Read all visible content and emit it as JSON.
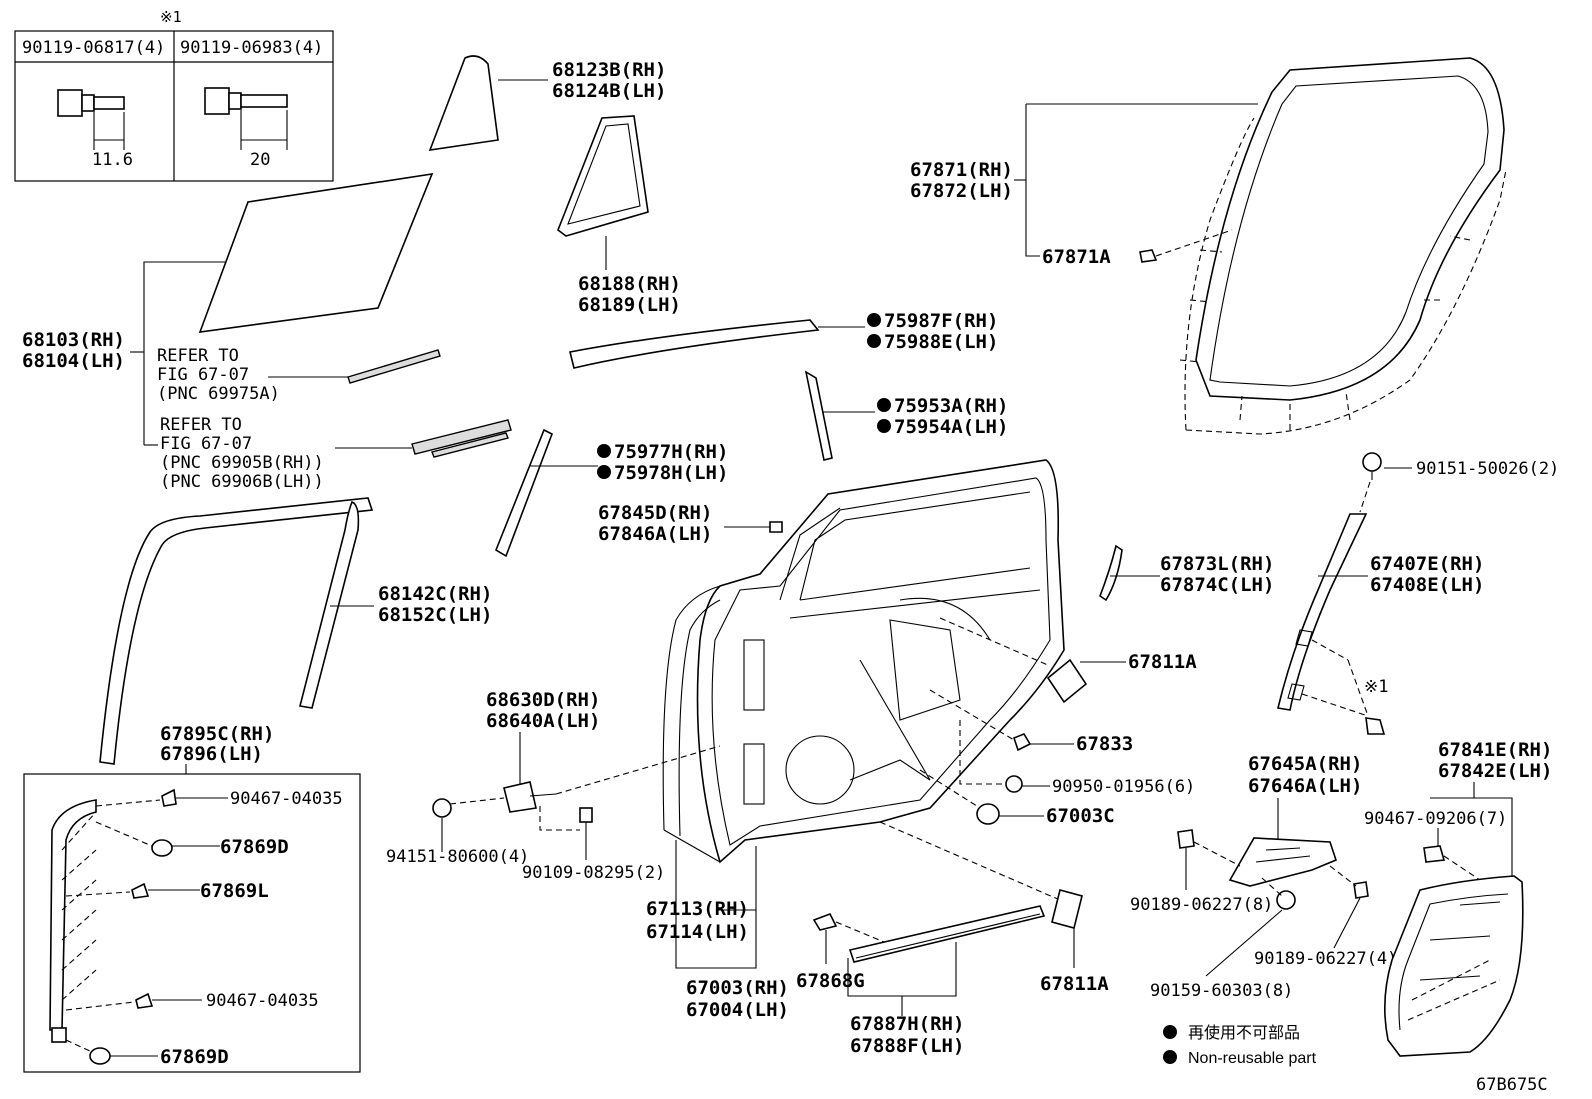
{
  "figure_id": "67B675C",
  "note_mark": "※1",
  "bolt_table": {
    "left": {
      "part": "90119-06817(4)",
      "dim": "11.6"
    },
    "right": {
      "part": "90119-06983(4)",
      "dim": "20"
    }
  },
  "refer_1": [
    "REFER TO",
    "FIG 67-07",
    "(PNC 69975A)"
  ],
  "refer_2": [
    "REFER TO",
    "FIG 67-07",
    "(PNC 69905B(RH))",
    "(PNC 69906B(LH))"
  ],
  "labels": {
    "p68123": [
      "68123B(RH)",
      "68124B(LH)"
    ],
    "p68188": [
      "68188(RH)",
      "68189(LH)"
    ],
    "p68103": [
      "68103(RH)",
      "68104(LH)"
    ],
    "p75987": [
      "75987F(RH)",
      "75988E(LH)"
    ],
    "p75953": [
      "75953A(RH)",
      "75954A(LH)"
    ],
    "p75977": [
      "75977H(RH)",
      "75978H(LH)"
    ],
    "p67845": [
      "67845D(RH)",
      "67846A(LH)"
    ],
    "p68142": [
      "68142C(RH)",
      "68152C(LH)"
    ],
    "p67871": [
      "67871(RH)",
      "67872(LH)"
    ],
    "p67871A": "67871A",
    "p90151": "90151-50026(2)",
    "p67873": [
      "67873L(RH)",
      "67874C(LH)"
    ],
    "p67407": [
      "67407E(RH)",
      "67408E(LH)"
    ],
    "p67811A_top": "67811A",
    "p67833": "67833",
    "p90950": "90950-01956(6)",
    "p67003C": "67003C",
    "p68630": [
      "68630D(RH)",
      "68640A(LH)"
    ],
    "p94151": "94151-80600(4)",
    "p90109": "90109-08295(2)",
    "p67895": [
      "67895C(RH)",
      "67896(LH)"
    ],
    "p90467_a": "90467-04035",
    "p67869D_a": "67869D",
    "p67869L": "67869L",
    "p90467_b": "90467-04035",
    "p67869D_b": "67869D",
    "p67113": [
      "67113(RH)",
      "67114(LH)"
    ],
    "p67003": [
      "67003(RH)",
      "67004(LH)"
    ],
    "p67868G": "67868G",
    "p67887": [
      "67887H(RH)",
      "67888F(LH)"
    ],
    "p67811A_bot": "67811A",
    "p67645": [
      "67645A(RH)",
      "67646A(LH)"
    ],
    "p90189_a": "90189-06227(8)",
    "p90189_b": "90189-06227(4)",
    "p90159": "90159-60303(8)",
    "p67841": [
      "67841E(RH)",
      "67842E(LH)"
    ],
    "p90467_c": "90467-09206(7)",
    "note1": "※1"
  },
  "legend": {
    "jp": "再使用不可部品",
    "en": "Non-reusable part"
  }
}
